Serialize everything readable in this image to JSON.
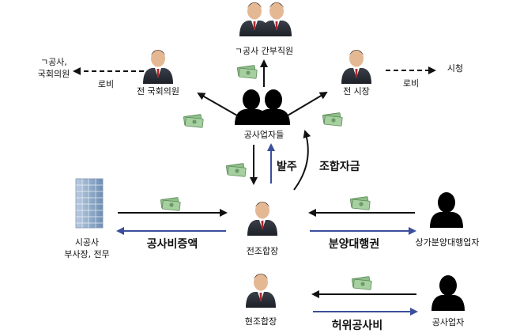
{
  "nodes": {
    "executives_label": "ㄱ공사 간부직원",
    "contractors_label": "공사업자들",
    "ex_lawmaker_label": "전 국회의원",
    "lawmaker_target_label_1": "ㄱ공사,",
    "lawmaker_target_label_2": "국회의원",
    "ex_mayor_label": "전 시장",
    "mayor_target_label": "시청",
    "ex_chairman_label": "전조합장",
    "current_chairman_label": "현조합장",
    "city_corp_label_1": "시공사",
    "city_corp_label_2": "부사장, 전무",
    "commercial_agent_label": "상가분양대행업자",
    "contractor_label": "공사업자"
  },
  "edges": {
    "lobby_left": "로비",
    "lobby_right": "로비",
    "order": "발주",
    "union_funds": "조합자금",
    "construction_cost_increase": "공사비증액",
    "sales_agency_rights": "분양대행권",
    "fake_construction_cost": "허위공사비"
  },
  "colors": {
    "black_arrow": "#111111",
    "blue_arrow": "#3b4f9c",
    "cash": "#8fbf8a"
  }
}
